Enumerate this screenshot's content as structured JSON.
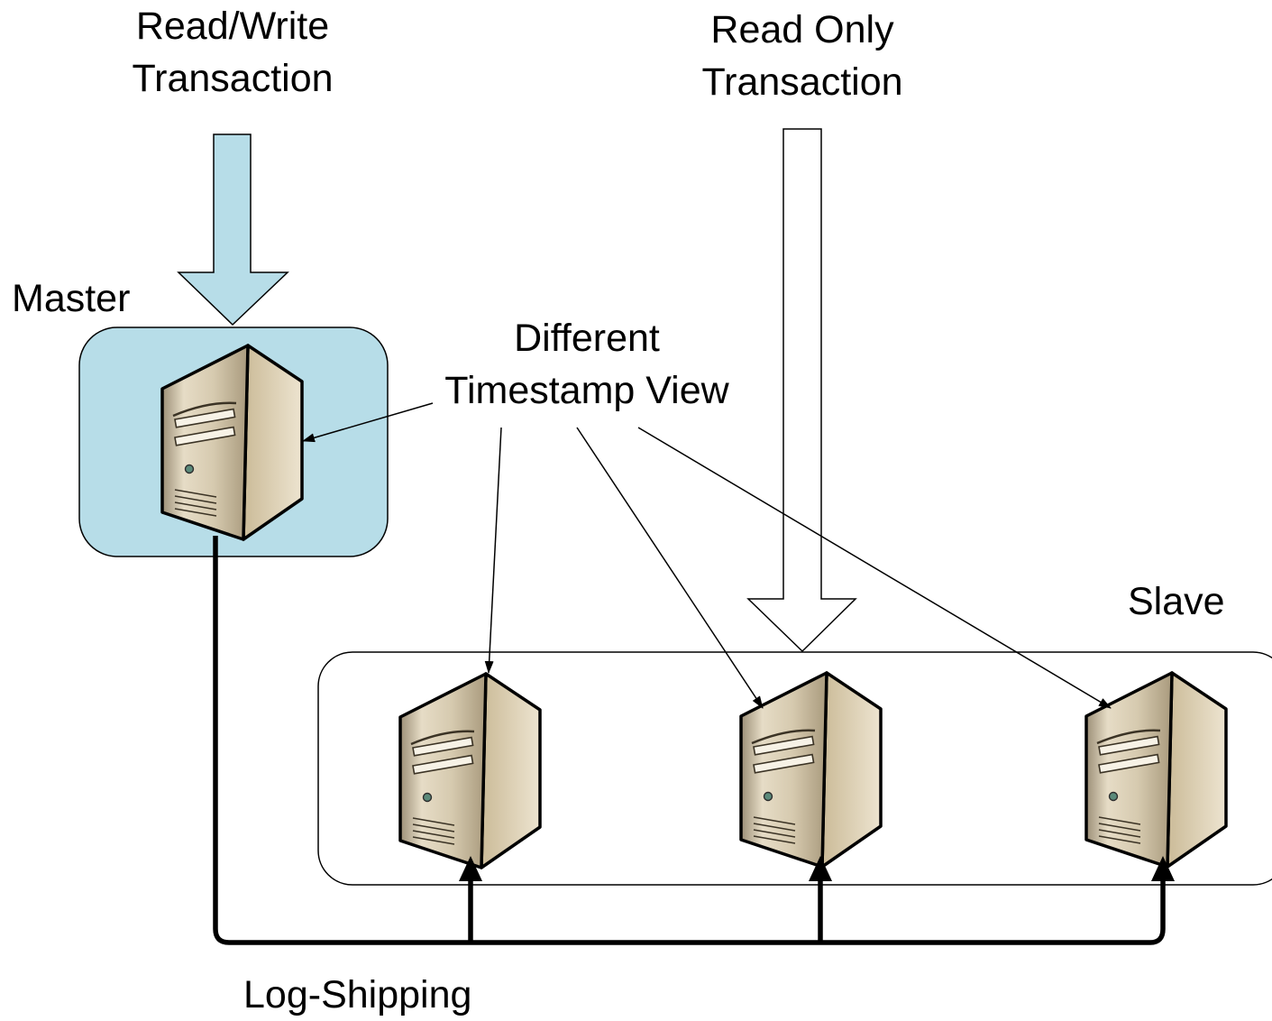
{
  "rw_transaction": {
    "line1": "Read/Write",
    "line2": "Transaction"
  },
  "ro_transaction": {
    "line1": "Read Only",
    "line2": "Transaction"
  },
  "master": {
    "label": "Master"
  },
  "slave": {
    "label": "Slave",
    "server_count": 3
  },
  "timestamp_note": {
    "line1": "Different",
    "line2": "Timestamp View"
  },
  "log_shipping": {
    "label": "Log-Shipping"
  },
  "colors": {
    "master_fill": "#b7dde8",
    "arrow_fill_blue": "#b7dde8",
    "server_front": "#d7ccb4",
    "server_side": "#c2b18e",
    "server_top": "#f2ede2",
    "outline": "#000000",
    "background": "#ffffff"
  }
}
